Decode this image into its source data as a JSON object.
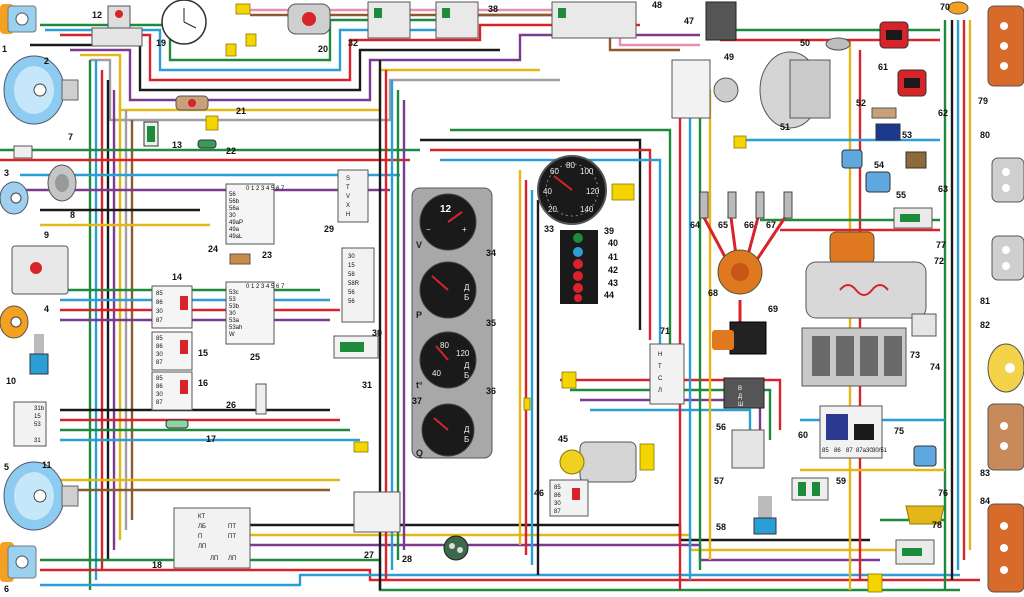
{
  "diagram": {
    "callouts": [
      "1",
      "2",
      "3",
      "4",
      "5",
      "6",
      "7",
      "8",
      "9",
      "10",
      "11",
      "12",
      "13",
      "14",
      "15",
      "16",
      "17",
      "18",
      "19",
      "20",
      "21",
      "22",
      "23",
      "24",
      "25",
      "26",
      "27",
      "28",
      "29",
      "30",
      "31",
      "32",
      "33",
      "34",
      "35",
      "36",
      "37",
      "38",
      "39",
      "40",
      "41",
      "42",
      "43",
      "44",
      "45",
      "46",
      "47",
      "48",
      "49",
      "50",
      "51",
      "52",
      "53",
      "54",
      "55",
      "56",
      "57",
      "58",
      "59",
      "60",
      "61",
      "62",
      "63",
      "64",
      "65",
      "66",
      "67",
      "68",
      "69",
      "70",
      "71",
      "72",
      "73",
      "74",
      "75",
      "76",
      "77",
      "78",
      "79",
      "80",
      "81",
      "82",
      "83",
      "84"
    ],
    "fuse_block_23": [
      "56",
      "56b",
      "56a",
      "30",
      "49aP",
      "49a",
      "49aL"
    ],
    "fuse_block_23_header": "0 1 2 3 4 5 6 7",
    "fuse_block_25": [
      "53c",
      "53",
      "53b",
      "30",
      "53a",
      "53ah",
      "W"
    ],
    "fuse_block_25_header": "0 1 2 3 4 5 6 7",
    "switch_29": [
      "S",
      "T",
      "V",
      "X",
      "H"
    ],
    "switch_30": [
      "30",
      "15",
      "58",
      "58R",
      "56",
      "56"
    ],
    "relay_14": [
      "85",
      "86",
      "30",
      "87"
    ],
    "relay_15": [
      "85",
      "86",
      "30",
      "87"
    ],
    "relay_16": [
      "85",
      "86",
      "30",
      "87"
    ],
    "relay_46": [
      "85",
      "86",
      "30",
      "87"
    ],
    "switch_11": [
      "31b",
      "15",
      "53",
      "31"
    ],
    "switch_18": [
      "КТ",
      "ЛБ",
      "П",
      "ЛП",
      "ПТ",
      "ПТ",
      "ЛП",
      "ЛП"
    ],
    "switch_71": [
      "Н",
      "Т",
      "С",
      "Л"
    ],
    "regulator_56": [
      "В",
      "Д",
      "Ш"
    ],
    "relay_60": [
      "85",
      "86",
      "87",
      "87a",
      "30",
      "30/51"
    ],
    "gauge_34": {
      "top": "12",
      "left": "V",
      "minus": "−",
      "plus": "+"
    },
    "gauge_35": {
      "left": "P",
      "letters": [
        "Д",
        "Б"
      ]
    },
    "gauge_36": {
      "left": "t°",
      "scale": [
        "40",
        "80",
        "120"
      ],
      "letters": [
        "Д",
        "Б"
      ]
    },
    "gauge_37": {
      "left": "Q",
      "letters": [
        "Д",
        "Б"
      ]
    },
    "speedo_scale": [
      "20",
      "40",
      "60",
      "80",
      "100",
      "120",
      "140"
    ]
  },
  "colors": {
    "red": "#d8232a",
    "green": "#1d8a3c",
    "blue": "#2b9ed6",
    "black": "#1a1a1a",
    "yellow": "#e3b719",
    "purple": "#7a3a8f",
    "brown": "#8c5a2b",
    "grey": "#a0a0a0",
    "pink": "#e58fb3",
    "orange": "#e0781f"
  }
}
